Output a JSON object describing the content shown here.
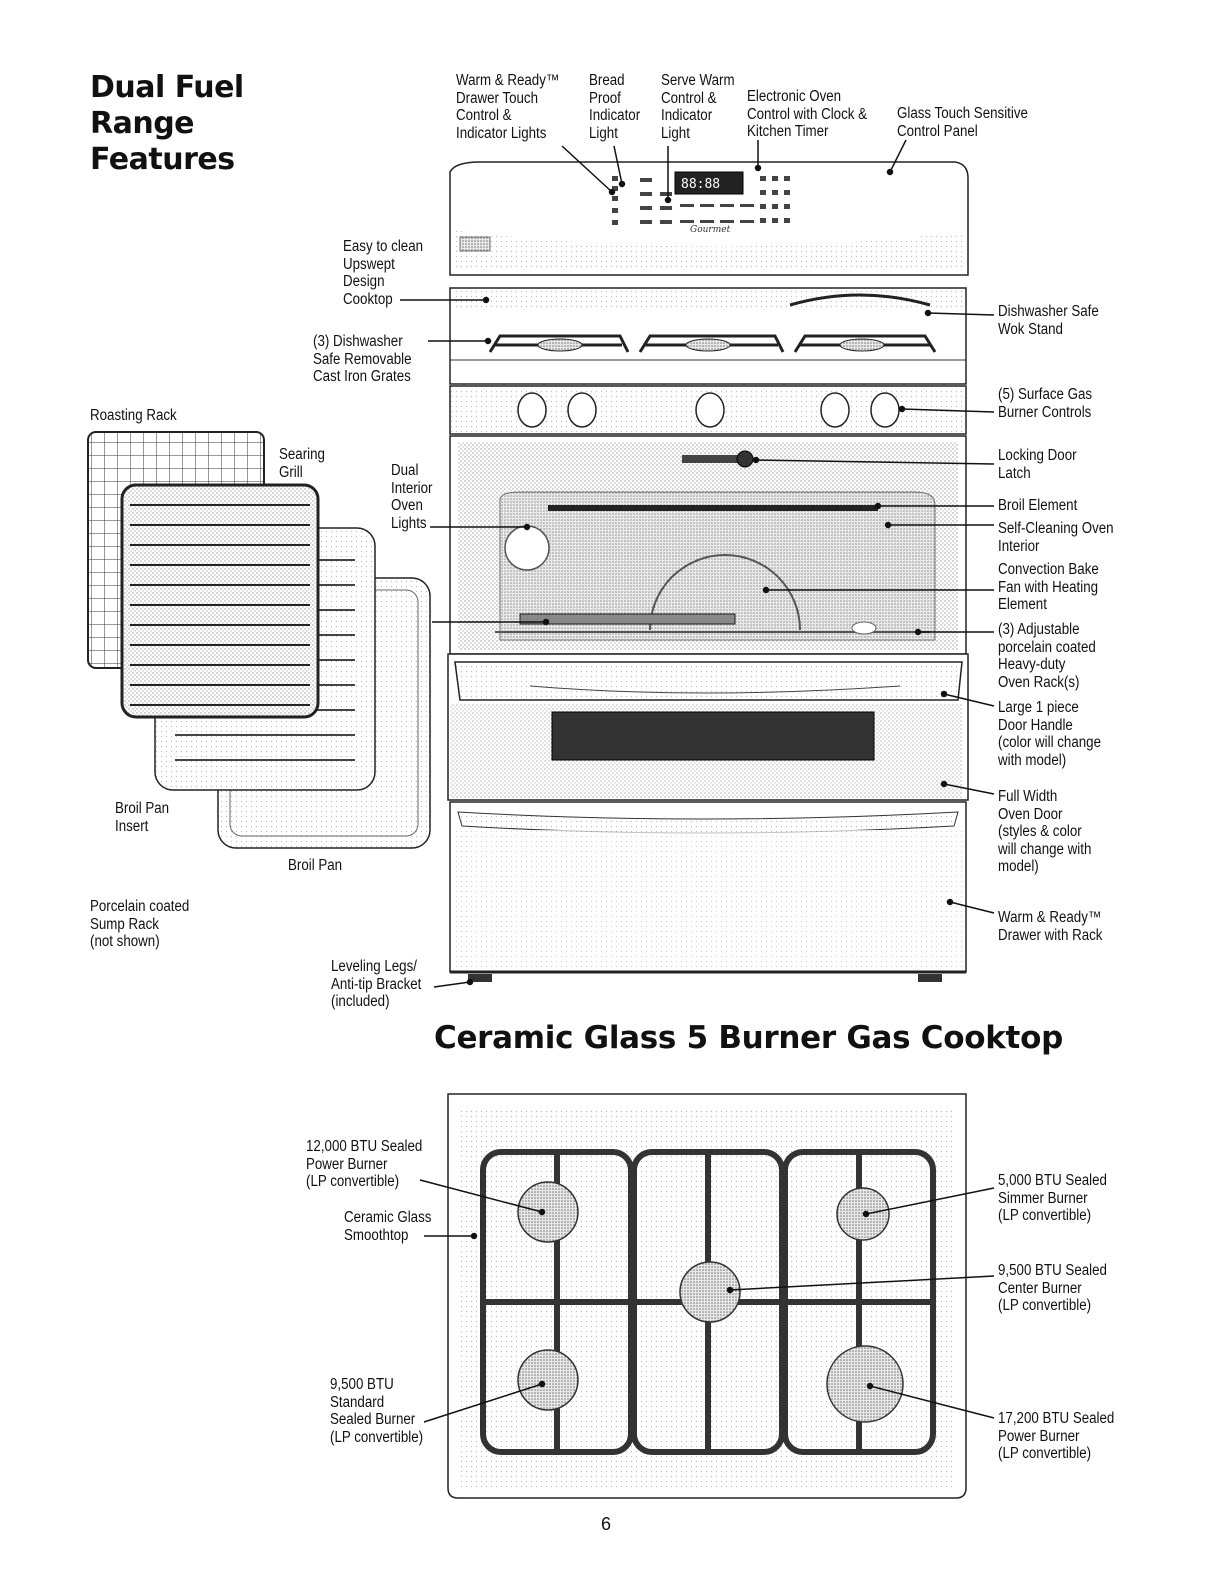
{
  "page_title": "Dual Fuel Range Features",
  "title_lines": [
    "Dual Fuel",
    "Range",
    "Features"
  ],
  "top_labels": {
    "warm_ready_drawer_control": "Warm & Ready™\nDrawer Touch\nControl &\nIndicator Lights",
    "bread_proof": "Bread\nProof\nIndicator\nLight",
    "serve_warm": "Serve Warm\nControl &\nIndicator\nLight",
    "electronic_oven_control": "Electronic Oven\nControl with Clock &\nKitchen Timer",
    "glass_touch_panel": "Glass Touch Sensitive\nControl Panel"
  },
  "left_labels": {
    "upswept_cooktop": "Easy to clean\nUpswept\nDesign\nCooktop",
    "cast_iron_grates": "(3) Dishwasher\nSafe Removable\nCast Iron Grates",
    "roasting_rack": "Roasting Rack",
    "searing_grill": "Searing\nGrill",
    "oven_lights": "Dual\nInterior\nOven\nLights",
    "broil_pan_insert": "Broil Pan\nInsert",
    "broil_pan": "Broil Pan",
    "sump_rack": "Porcelain coated\nSump Rack\n(not shown)",
    "leveling_legs": "Leveling Legs/\nAnti-tip Bracket\n(included)"
  },
  "right_labels": {
    "wok_stand": "Dishwasher Safe\nWok Stand",
    "burner_controls": "(5) Surface Gas\nBurner Controls",
    "door_latch": "Locking Door\nLatch",
    "broil_element": "Broil Element",
    "self_cleaning": "Self-Cleaning Oven\nInterior",
    "convection_fan": "Convection Bake\nFan with Heating\nElement",
    "oven_racks": "(3) Adjustable\nporcelain coated\nHeavy-duty\nOven Rack(s)",
    "door_handle": "Large 1 piece\nDoor Handle\n(color will change\nwith model)",
    "oven_door": "Full Width\nOven Door\n(styles & color\nwill change with\nmodel)",
    "warming_drawer": "Warm & Ready™\nDrawer with Rack"
  },
  "cooktop_heading": "Ceramic Glass 5 Burner Gas Cooktop",
  "cooktop_labels": {
    "power_burner_12000": "12,000 BTU Sealed\nPower Burner\n(LP convertible)",
    "smoothtop": "Ceramic Glass\nSmoothtop",
    "standard_9500": "9,500 BTU\nStandard\nSealed Burner\n(LP convertible)",
    "simmer_5000": "5,000 BTU Sealed\nSimmer Burner\n(LP convertible)",
    "center_9500": "9,500 BTU Sealed\nCenter Burner\n(LP convertible)",
    "power_17200": "17,200 BTU Sealed\nPower Burner\n(LP convertible)"
  },
  "page_number": "6",
  "display_text": {
    "clock": "88:88",
    "logo": "Gourmet"
  }
}
